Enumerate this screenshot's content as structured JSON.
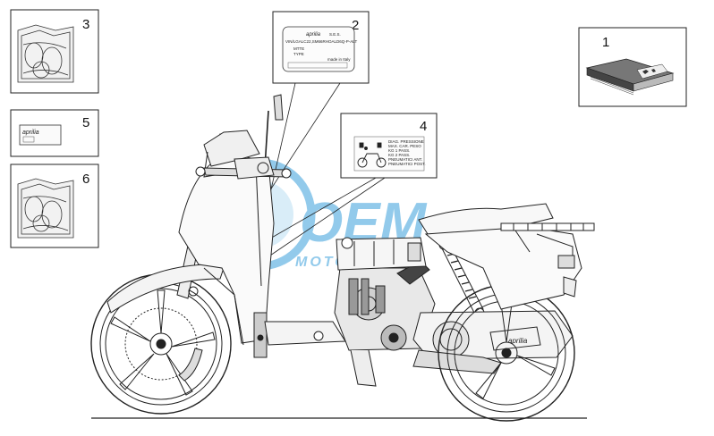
{
  "callouts": [
    "1",
    "2",
    "3",
    "4",
    "5",
    "6"
  ],
  "label_2": {
    "brand": "aprilia",
    "model_code": "S.E.S.",
    "vin_line": "VIN/LGALC22,SM66RHOALD6Q-P-ALT",
    "line_mtte": "MTTE",
    "line_type": "TYPE",
    "country": "made in Italy"
  },
  "label_4": {
    "lines": [
      "DIAG. PRESSIONE",
      "MAX. CAR. PESO",
      "KG 1 PASS.",
      "KG 2 PASS.",
      "PNEUMATICI ANT.",
      "PNEUMATICI POST."
    ]
  },
  "label_5": {
    "brand": "aprilia"
  },
  "side_panel_brand": "aprilia",
  "watermark": {
    "line1": "OEM",
    "line2": "MOTORPARTS"
  },
  "colors": {
    "line": "#222222",
    "watermark": "#3aa0dc"
  }
}
